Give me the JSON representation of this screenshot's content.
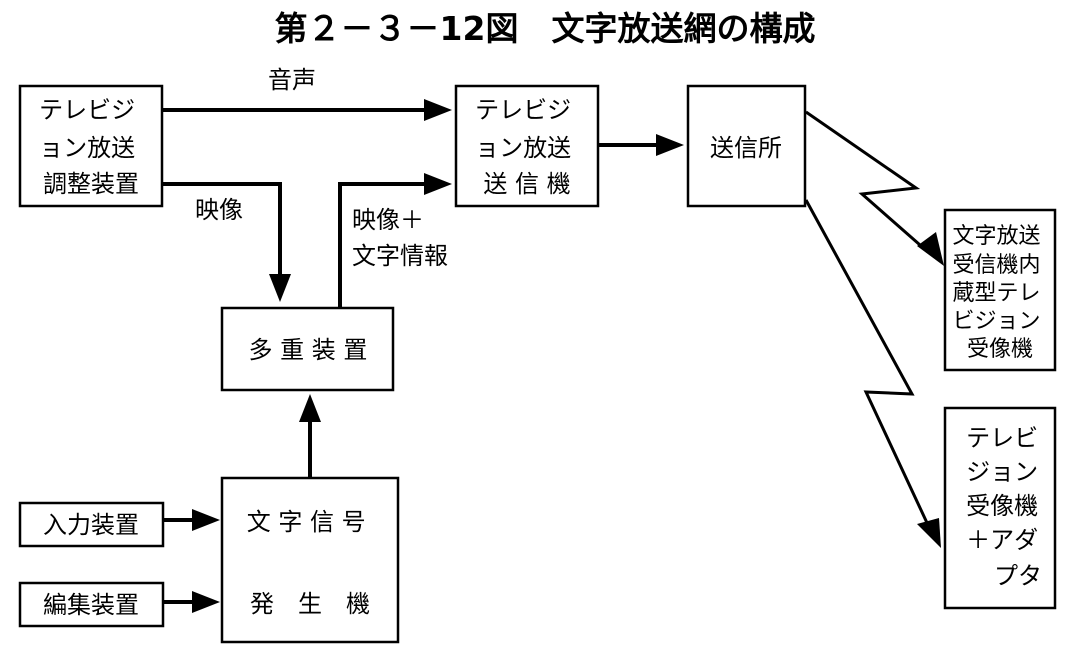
{
  "title": "第２－３－12図　文字放送網の構成",
  "nodes": {
    "adjust": {
      "lines": [
        "テレビジ",
        "ョン放送",
        "調整装置"
      ]
    },
    "tx": {
      "lines": [
        "テレビジ",
        "ョン放送",
        "送 信 機"
      ]
    },
    "station": {
      "lines": [
        "送信所"
      ]
    },
    "mux": {
      "lines": [
        "多 重 装 置"
      ]
    },
    "gen": {
      "lines": [
        "文 字 信 号",
        "発　生　機"
      ]
    },
    "input": {
      "lines": [
        "入力装置"
      ]
    },
    "edit": {
      "lines": [
        "編集装置"
      ]
    },
    "builtin_tv": {
      "lines": [
        "文字放送",
        "受信機内",
        "蔵型テレ",
        "ビジョン",
        "受像機"
      ]
    },
    "adapter_tv": {
      "lines": [
        "テレビ",
        "ジョン",
        "受像機",
        "＋アダ",
        "プタ"
      ]
    }
  },
  "edges": {
    "audio": "音声",
    "video": "映像",
    "video_text": [
      "映像＋",
      "文字情報"
    ]
  }
}
